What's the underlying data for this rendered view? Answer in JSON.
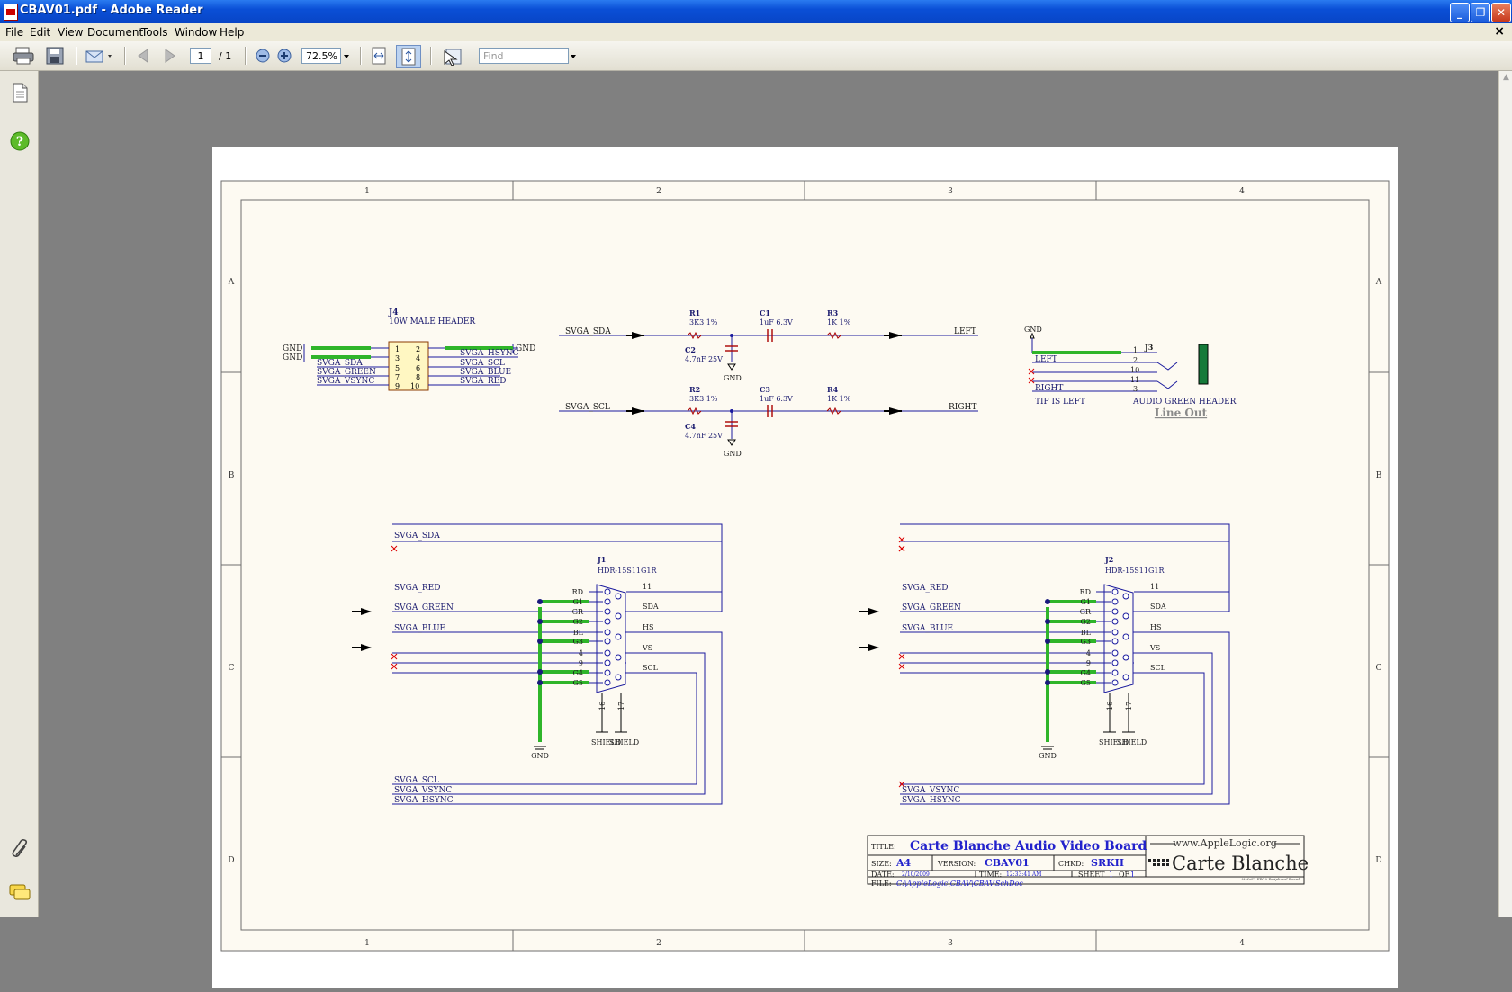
{
  "window": {
    "title": "CBAV01.pdf - Adobe Reader"
  },
  "menu": [
    "File",
    "Edit",
    "View",
    "Document",
    "Tools",
    "Window",
    "Help"
  ],
  "toolbar": {
    "page_current": "1",
    "page_total": "/ 1",
    "zoom": "72.5%",
    "find_placeholder": "Find"
  },
  "schematic": {
    "columns": [
      "1",
      "2",
      "3",
      "4"
    ],
    "rows": [
      "A",
      "B",
      "C",
      "D"
    ],
    "j4": {
      "ref": "J4",
      "desc": "10W MALE HEADER",
      "pins_left": [
        "1",
        "3",
        "5",
        "7",
        "9"
      ],
      "pins_right": [
        "2",
        "4",
        "6",
        "8",
        "10"
      ],
      "left_nets": [
        "GND",
        "GND",
        "SVGA_SDA",
        "SVGA_GREEN",
        "SVGA_VSYNC"
      ],
      "right_nets": [
        "GND",
        "SVGA_HSYNC",
        "SVGA_SCL",
        "SVGA_BLUE",
        "SVGA_RED"
      ]
    },
    "audio_top": {
      "in_net": "SVGA_SDA",
      "out_net": "LEFT",
      "r_in": "R1",
      "r_in_val": "3K3 1%",
      "c_series": "C1",
      "c_series_val": "1uF 6.3V",
      "r_out": "R3",
      "r_out_val": "1K 1%",
      "c_shunt": "C2",
      "c_shunt_val": "4.7nF 25V",
      "gnd": "GND"
    },
    "audio_bot": {
      "in_net": "SVGA_SCL",
      "out_net": "RIGHT",
      "r_in": "R2",
      "r_in_val": "3K3 1%",
      "c_series": "C3",
      "c_series_val": "1uF 6.3V",
      "r_out": "R4",
      "r_out_val": "1K 1%",
      "c_shunt": "C4",
      "c_shunt_val": "4.7nF 25V",
      "gnd": "GND"
    },
    "j3": {
      "ref": "J3",
      "gnd": "GND",
      "left": "LEFT",
      "right": "RIGHT",
      "pins": [
        "1",
        "2",
        "10",
        "11",
        "3"
      ],
      "note": "TIP IS LEFT",
      "desc": "AUDIO GREEN HEADER",
      "link": "Line Out"
    },
    "vga": [
      {
        "ref": "J1",
        "part": "HDR-15S11G1R",
        "nets_left": [
          "SVGA_SDA",
          "SVGA_RED",
          "SVGA_GREEN",
          "SVGA_BLUE"
        ],
        "nets_bottom": [
          "SVGA_SCL",
          "SVGA_VSYNC",
          "SVGA_HSYNC"
        ]
      },
      {
        "ref": "J2",
        "part": "HDR-15S11G1R",
        "nets_left": [
          "",
          "SVGA_RED",
          "SVGA_GREEN",
          "SVGA_BLUE"
        ],
        "nets_bottom": [
          "",
          "SVGA_VSYNC",
          "SVGA_HSYNC"
        ]
      }
    ],
    "vga_pin_left": [
      "RD",
      "G1",
      "GR",
      "G2",
      "BL",
      "G3",
      "4",
      "9",
      "G4",
      "G5"
    ],
    "vga_pin_right": [
      "11",
      "SDA",
      "HS",
      "VS",
      "SCL"
    ],
    "vga_bottom": [
      "16",
      "17"
    ],
    "vga_gnd": "GND",
    "vga_shield": "SHIELD",
    "title_block": {
      "title_label": "TITLE:",
      "title": "Carte Blanche Audio Video Board",
      "size_label": "SIZE:",
      "size": "A4",
      "version_label": "VERSION:",
      "version": "CBAV01",
      "chkd_label": "CHKD:",
      "chkd": "SRKH",
      "date_label": "DATE:",
      "date": "2/10/2009",
      "time_label": "TIME:",
      "time": "12:33:41 AM",
      "sheet_label": "SHEET",
      "sheet": "1",
      "of_label": "OF",
      "of": "1",
      "file_label": "FILE:",
      "file": "C:\\AppleLogic\\CBAV\\CBAV.SchDoc",
      "logo_url": "www.AppleLogic.org",
      "logo_name": "Carte Blanche",
      "logo_sub": "AtMeS3 FPGA Peripheral Board"
    }
  }
}
